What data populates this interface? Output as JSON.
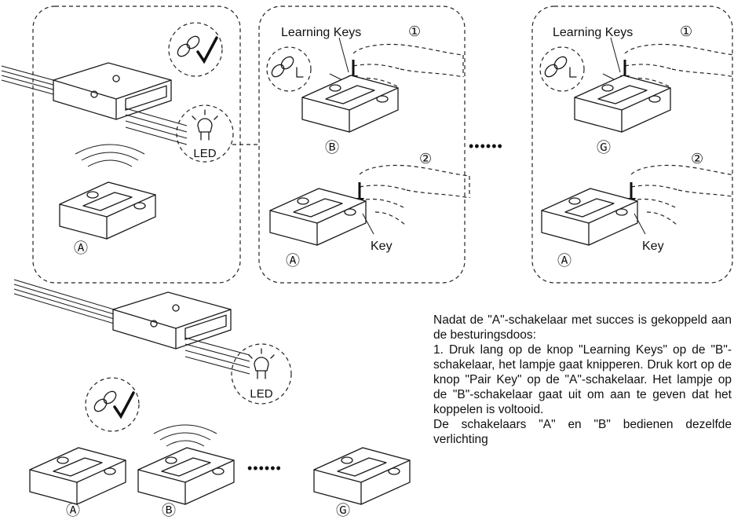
{
  "labels": {
    "learning_keys": "Learning Keys",
    "key": "Key",
    "led": "LED",
    "step1": "①",
    "step2": "②",
    "switch_a": "Ⓐ",
    "switch_b": "Ⓑ",
    "switch_g": "Ⓖ",
    "ellipsis": "••••••"
  },
  "description": "Nadat de \"A\"-schakelaar met succes is gekoppeld aan de besturingsdoos:\n1. Druk lang op de knop \"Learning Keys\" op de \"B\"-schakelaar, het lampje gaat knipperen. Druk kort op de knop \"Pair Key\" op de \"A\"-schakelaar. Het lampje op de \"B\"-schakelaar gaat uit om aan te geven dat het koppelen is voltooid.\nDe schakelaars \"A\" en \"B\" bedienen dezelfde verlichting",
  "icons": [
    "link-check-icon",
    "link-press-icon",
    "led-bulb-icon",
    "wireless-wave-icon",
    "hand-press-icon",
    "arrow-down-icon"
  ]
}
